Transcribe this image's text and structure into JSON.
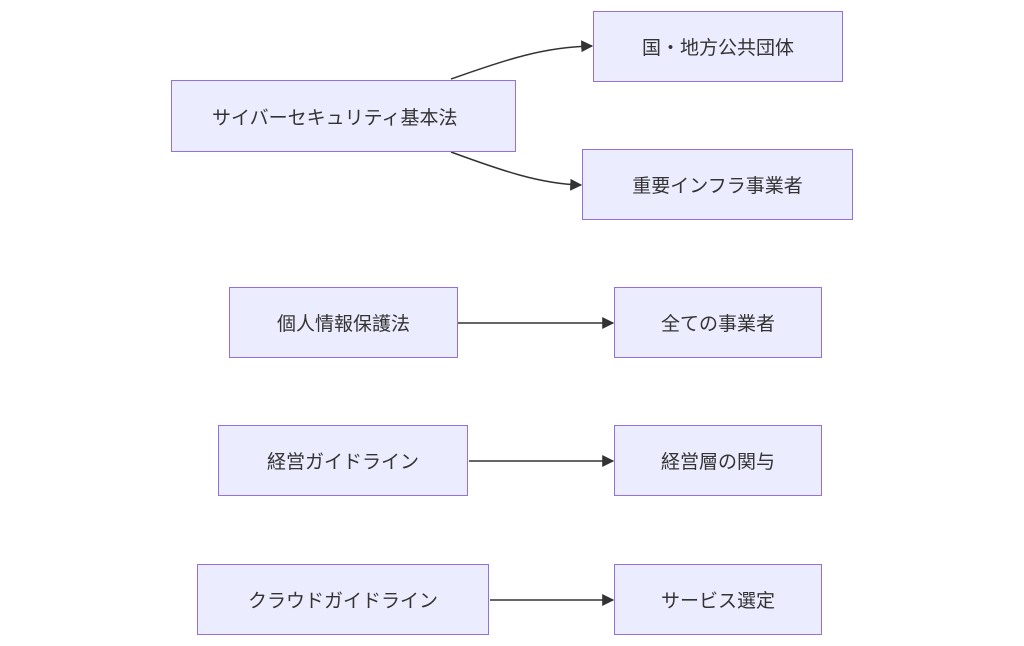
{
  "diagram": {
    "nodes": {
      "cyber_basic_law": "サイバーセキュリティ基本法",
      "gov_local": "国・地方公共団体",
      "critical_infra": "重要インフラ事業者",
      "privacy_law": "個人情報保護法",
      "all_business": "全ての事業者",
      "mgmt_guideline": "経営ガイドライン",
      "mgmt_involvement": "経営層の関与",
      "cloud_guideline": "クラウドガイドライン",
      "service_selection": "サービス選定"
    },
    "edges": [
      {
        "from": "cyber_basic_law",
        "to": "gov_local"
      },
      {
        "from": "cyber_basic_law",
        "to": "critical_infra"
      },
      {
        "from": "privacy_law",
        "to": "all_business"
      },
      {
        "from": "mgmt_guideline",
        "to": "mgmt_involvement"
      },
      {
        "from": "cloud_guideline",
        "to": "service_selection"
      }
    ],
    "colors": {
      "node_fill": "#ececff",
      "node_border": "#9370db",
      "edge": "#333333",
      "text": "#333333"
    }
  }
}
